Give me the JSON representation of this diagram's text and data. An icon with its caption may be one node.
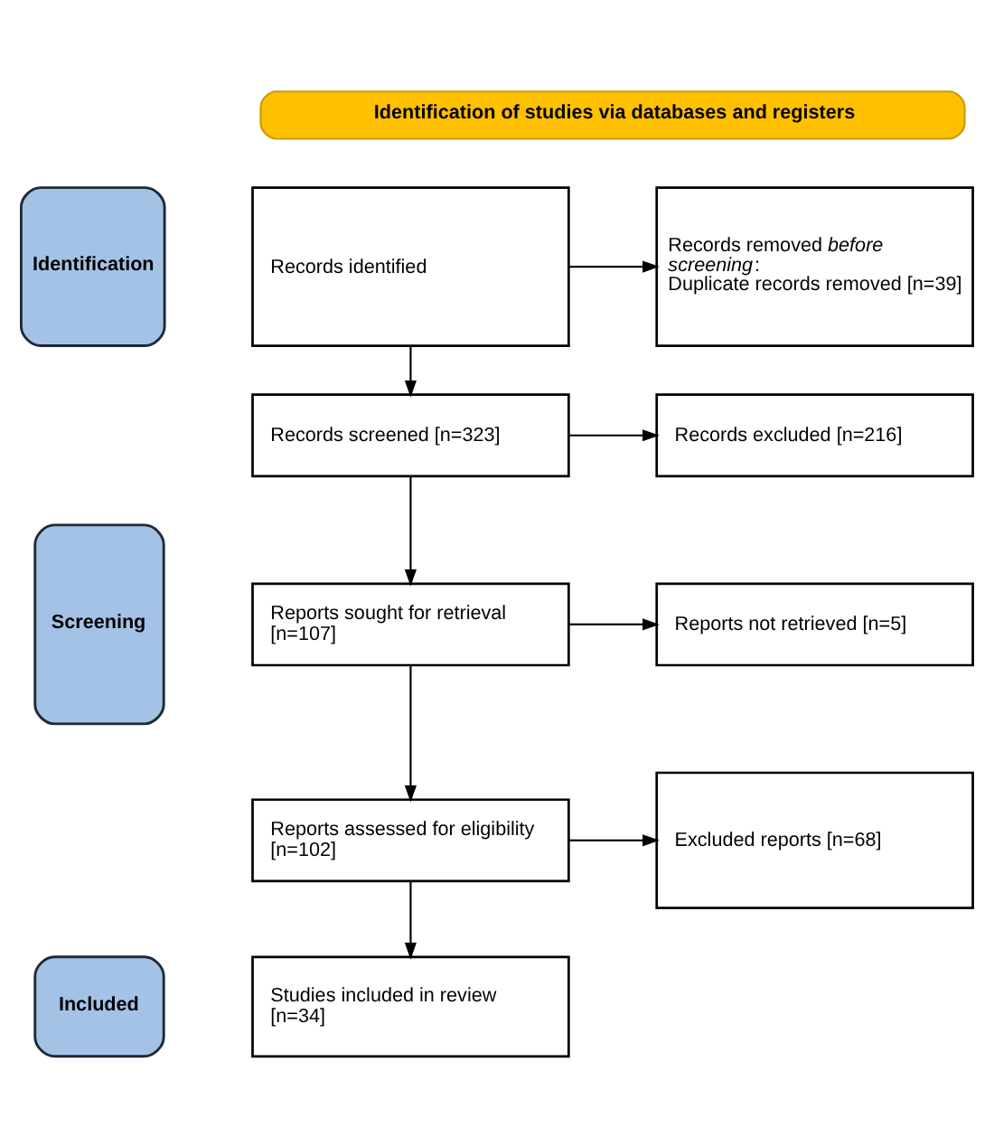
{
  "diagram": {
    "nodes": [
      {
        "text": [
          "Identification of studies via databases and registers"
        ]
      },
      {
        "text": [
          "Identification"
        ]
      },
      {
        "text": [
          "Screening"
        ]
      },
      {
        "text": [
          "Included"
        ]
      },
      {
        "text": [
          "Records identified"
        ]
      },
      {
        "text": [
          "Records removed *before screening*:",
          "Duplicate records removed [n=39]"
        ]
      },
      {
        "text": [
          "Records screened [n=323]"
        ]
      },
      {
        "text": [
          "Records excluded [n=216]"
        ]
      },
      {
        "text": [
          "Reports sought for retrieval [n=107]"
        ]
      },
      {
        "text": [
          "Reports not retrieved [n=5]"
        ]
      },
      {
        "text": [
          "Reports assessed for eligibility [n=102]"
        ]
      },
      {
        "text": [
          "Excluded reports [n=68]"
        ]
      },
      {
        "text": [
          "Studies included in review [n=34]"
        ]
      }
    ],
    "edges": [
      {
        "from": 4,
        "to": 5,
        "arrow": "to"
      },
      {
        "from": 4,
        "to": 6,
        "arrow": "to"
      },
      {
        "from": 6,
        "to": 7,
        "arrow": "to"
      },
      {
        "from": 6,
        "to": 8,
        "arrow": "to"
      },
      {
        "from": 8,
        "to": 9,
        "arrow": "to"
      },
      {
        "from": 8,
        "to": 10,
        "arrow": "to"
      },
      {
        "from": 10,
        "to": 11,
        "arrow": "to"
      },
      {
        "from": 10,
        "to": 12,
        "arrow": "to"
      }
    ]
  }
}
